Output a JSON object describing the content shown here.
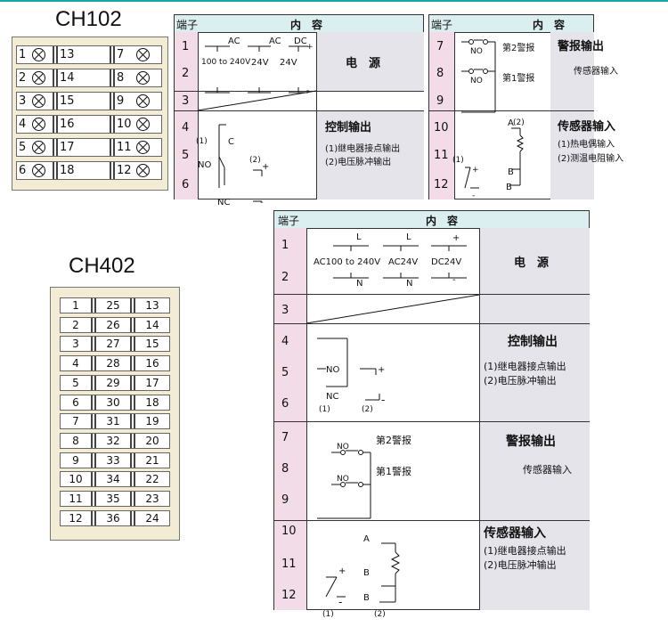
{
  "models": {
    "ch102": "CH102",
    "ch402": "CH402"
  },
  "ch102_block": {
    "rows": [
      {
        "a": "1",
        "b": "13",
        "c": "7"
      },
      {
        "a": "2",
        "b": "14",
        "c": "8"
      },
      {
        "a": "3",
        "b": "15",
        "c": "9"
      },
      {
        "a": "4",
        "b": "16",
        "c": "10"
      },
      {
        "a": "5",
        "b": "17",
        "c": "11"
      },
      {
        "a": "6",
        "b": "18",
        "c": "12"
      }
    ]
  },
  "ch402_block": {
    "rows": [
      [
        "1",
        "25",
        "13"
      ],
      [
        "2",
        "26",
        "14"
      ],
      [
        "3",
        "27",
        "15"
      ],
      [
        "4",
        "28",
        "16"
      ],
      [
        "5",
        "29",
        "17"
      ],
      [
        "6",
        "30",
        "18"
      ],
      [
        "7",
        "31",
        "19"
      ],
      [
        "8",
        "32",
        "20"
      ],
      [
        "9",
        "33",
        "21"
      ],
      [
        "10",
        "34",
        "22"
      ],
      [
        "11",
        "35",
        "23"
      ],
      [
        "12",
        "36",
        "24"
      ]
    ]
  },
  "headers": {
    "terminal": "端子",
    "content": "内　容"
  },
  "table1": {
    "nums": [
      "1",
      "2",
      "3",
      "4",
      "5",
      "6"
    ],
    "power": {
      "ac1": "AC",
      "ac2": "AC",
      "dc": "DC",
      "plus": "+",
      "minus": "-",
      "v1": "100 to 240V",
      "v2": "24V",
      "v3": "24V"
    },
    "power_label": "电　源",
    "control": {
      "title": "控制输出",
      "l1": "(1)继电器接点输出",
      "l2": "(2)电压脉冲输出"
    },
    "ctrl_diag": {
      "n1": "(1)",
      "c": "C",
      "no": "NO",
      "nc": "NC",
      "n2": "(2)",
      "plus": "+",
      "minus": "-"
    }
  },
  "table2": {
    "nums": [
      "7",
      "8",
      "9",
      "10",
      "11",
      "12"
    ],
    "alarm_diag": {
      "a2": "第2警报",
      "a1": "第1警报",
      "no1": "NO",
      "no2": "NO"
    },
    "alarm": {
      "title": "警报输出",
      "sub": "传感器输入"
    },
    "sensor": {
      "title": "传感器输入",
      "l1": "(1)热电偶输入",
      "l2": "(2)测温电阻输入"
    },
    "sensor_diag": {
      "a": "A",
      "b1": "B",
      "b2": "B",
      "n1": "(1)",
      "n2": "(2)",
      "plus": "+",
      "minus": "-"
    }
  },
  "table3": {
    "nums": [
      "1",
      "2",
      "3",
      "4",
      "5",
      "6",
      "7",
      "8",
      "9",
      "10",
      "11",
      "12"
    ],
    "power": {
      "l1": "L",
      "l2": "L",
      "plus": "+",
      "n1": "N",
      "n2": "N",
      "minus": "-",
      "v1": "AC100 to 240V",
      "v2": "AC24V",
      "v3": "DC24V"
    },
    "power_label": "电　源",
    "control": {
      "title": "控制输出",
      "l1": "(1)继电器接点输出",
      "l2": "(2)电压脉冲输出"
    },
    "ctrl_diag": {
      "no": "NO",
      "nc": "NC",
      "plus": "+",
      "minus": "-",
      "n1": "(1)",
      "n2": "(2)"
    },
    "alarm_diag": {
      "a2": "第2警报",
      "a1": "第1警报",
      "no1": "NO",
      "no2": "NO"
    },
    "alarm": {
      "title": "警报输出",
      "sub": "传感器输入"
    },
    "sensor": {
      "title": "传感器输入",
      "l1": "(1)继电器接点输出",
      "l2": "(2)电压脉冲输出"
    },
    "sensor_diag": {
      "a": "A",
      "b1": "B",
      "b2": "B",
      "plus": "+",
      "minus": "-",
      "n1": "(1)",
      "n2": "(2)"
    }
  }
}
